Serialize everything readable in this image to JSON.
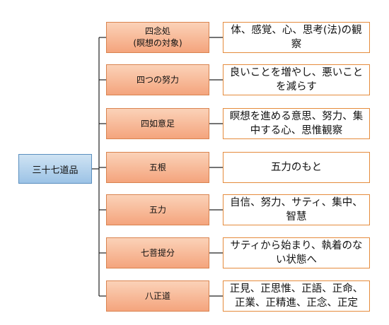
{
  "root": {
    "label": "三十七道品"
  },
  "rows": [
    {
      "category": "四念処",
      "category_sub": "(瞑想の対象)",
      "description": "体、感覚、心、思考(法)の観察"
    },
    {
      "category": "四つの努力",
      "category_sub": "",
      "description": "良いことを増やし、悪いことを減らす"
    },
    {
      "category": "四如意足",
      "category_sub": "",
      "description": "瞑想を進める意思、努力、集中する心、思惟観察"
    },
    {
      "category": "五根",
      "category_sub": "",
      "description": "五力のもと"
    },
    {
      "category": "五力",
      "category_sub": "",
      "description": "自信、努力、サティ、集中、智慧"
    },
    {
      "category": "七菩提分",
      "category_sub": "",
      "description": "サティから始まり、執着のない状態へ"
    },
    {
      "category": "八正道",
      "category_sub": "",
      "description": "正見、正思惟、正語、正命、正業、正精進、正念、正定"
    }
  ],
  "colors": {
    "root_fill": "#9cc3e6",
    "category_fill": "#f4a47d",
    "description_border": "#e58b3c",
    "connector": "#222222"
  }
}
